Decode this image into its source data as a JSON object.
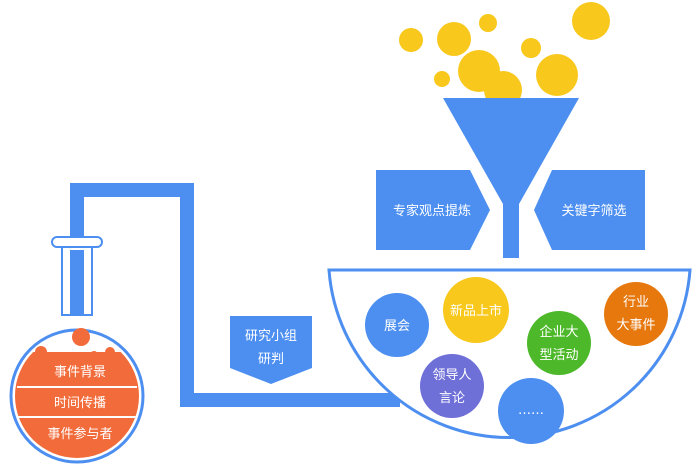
{
  "colors": {
    "blue": "#4d8ff0",
    "outline": "#4d8ff0",
    "yellow": "#f8c81c",
    "orange": "#f26b3a",
    "green": "#4cb82a",
    "purple": "#6f6fd8",
    "amber": "#e6780e",
    "white": "#ffffff"
  },
  "flask": {
    "rows": [
      "事件背景",
      "时间传播",
      "事件参与者"
    ]
  },
  "pipe_label": {
    "line1": "研究小组",
    "line2": "研判"
  },
  "funnel": {
    "left_label": "专家观点提炼",
    "right_label": "关键字筛选"
  },
  "bowl": {
    "items": [
      {
        "key": "exhibition",
        "label_lines": [
          "展会"
        ],
        "color": "blue"
      },
      {
        "key": "new-product",
        "label_lines": [
          "新品上市"
        ],
        "color": "yellow"
      },
      {
        "key": "industry-events",
        "label_lines": [
          "行业",
          "大事件"
        ],
        "color": "amber"
      },
      {
        "key": "enterprise-activities",
        "label_lines": [
          "企业大",
          "型活动"
        ],
        "color": "green"
      },
      {
        "key": "leader-speech",
        "label_lines": [
          "领导人",
          "言论"
        ],
        "color": "purple"
      },
      {
        "key": "more",
        "label_lines": [
          "……"
        ],
        "color": "blue"
      }
    ]
  }
}
